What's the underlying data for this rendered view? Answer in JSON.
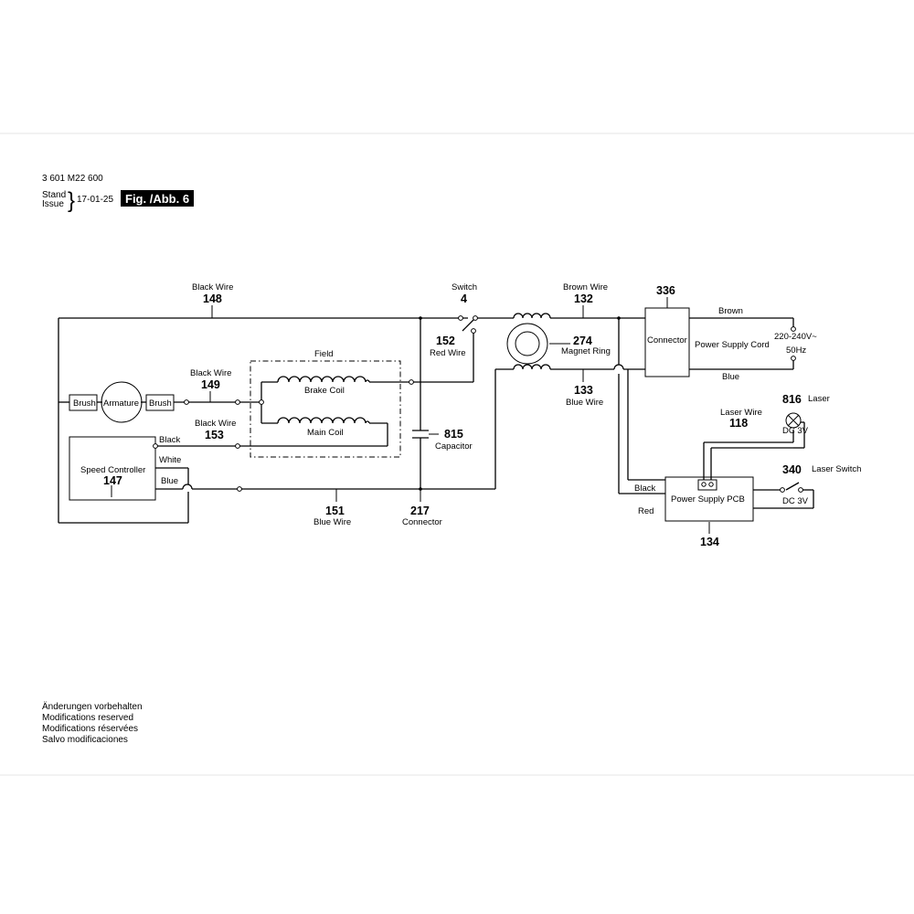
{
  "header": {
    "part_number": "3 601 M22 600",
    "stand": "Stand",
    "issue": "Issue",
    "date": "17-01-25",
    "figure": "Fig. /Abb. 6"
  },
  "labels": {
    "black_wire_148": {
      "name": "Black Wire",
      "num": "148"
    },
    "black_wire_149": {
      "name": "Black Wire",
      "num": "149"
    },
    "black_wire_153": {
      "name": "Black Wire",
      "num": "153"
    },
    "switch_4": {
      "name": "Switch",
      "num": "4"
    },
    "red_wire_152": {
      "num": "152",
      "name": "Red Wire"
    },
    "brown_wire_132": {
      "name": "Brown Wire",
      "num": "132"
    },
    "magnet_ring_274": {
      "num": "274",
      "name": "Magnet Ring"
    },
    "blue_wire_133": {
      "num": "133",
      "name": "Blue Wire"
    },
    "connector_336": {
      "num": "336",
      "name": "Connector"
    },
    "power_cord": {
      "name": "Power Supply Cord",
      "brown": "Brown",
      "blue": "Blue",
      "voltage": "220-240V~",
      "freq": "50Hz"
    },
    "field": "Field",
    "brake_coil": "Brake Coil",
    "main_coil": "Main Coil",
    "brush_left": "Brush",
    "armature": "Armature",
    "brush_right": "Brush",
    "black_small": "Black",
    "white_small": "White",
    "blue_small": "Blue",
    "speed_controller": {
      "name": "Speed Controller",
      "num": "147"
    },
    "capacitor_815": {
      "num": "815",
      "name": "Capacitor"
    },
    "blue_wire_151": {
      "num": "151",
      "name": "Blue Wire"
    },
    "connector_217": {
      "num": "217",
      "name": "Connector"
    },
    "laser_816": {
      "num": "816",
      "name": "Laser",
      "dc": "DC 3V"
    },
    "laser_wire_118": {
      "name": "Laser Wire",
      "num": "118"
    },
    "laser_switch_340": {
      "num": "340",
      "name": "Laser Switch",
      "dc": "DC 3V"
    },
    "pcb": {
      "name": "Power Supply PCB",
      "num": "134",
      "black": "Black",
      "red": "Red"
    }
  },
  "footer": [
    "Änderungen vorbehalten",
    "Modifications reserved",
    "Modifications réservées",
    "Salvo modificaciones"
  ]
}
